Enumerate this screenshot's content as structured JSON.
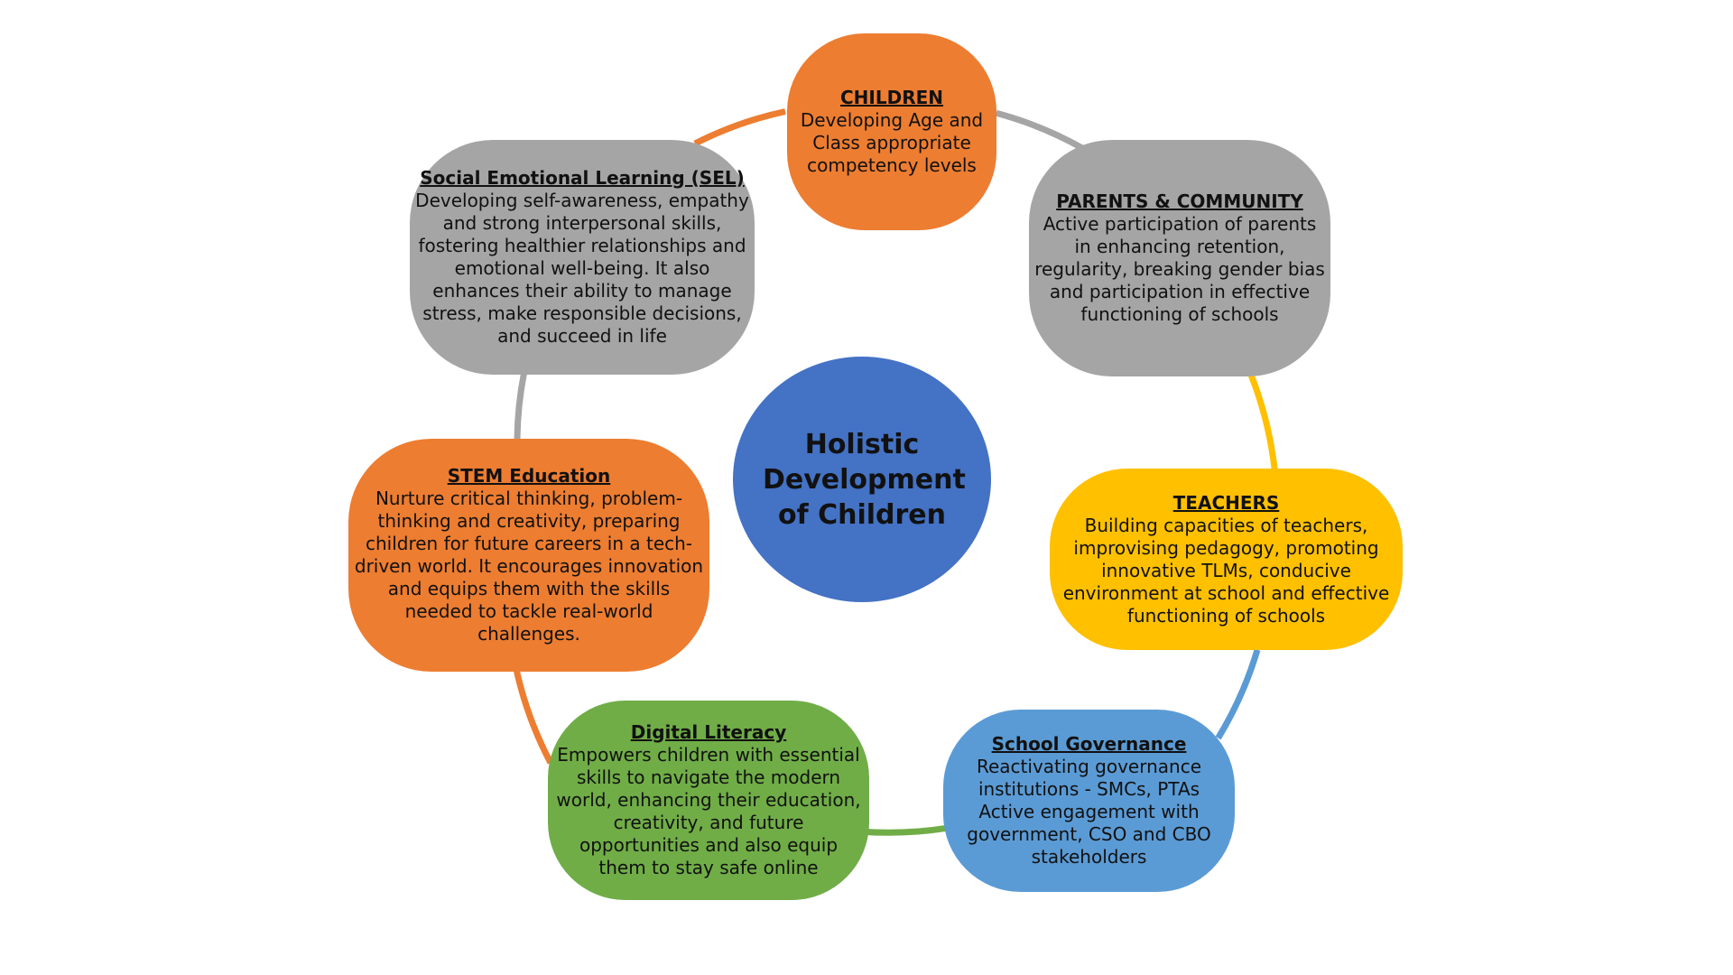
{
  "center": {
    "title": "Holistic Development of Children",
    "color": "#4472C4"
  },
  "nodes": [
    {
      "id": "children",
      "title": "CHILDREN",
      "body": "Developing Age and Class appropriate competency levels",
      "color": "#ED7D31"
    },
    {
      "id": "parents-community",
      "title": "PARENTS & COMMUNITY",
      "body": "Active participation of parents in enhancing retention, regularity, breaking gender bias and participation in effective functioning of schools",
      "color": "#A5A5A5"
    },
    {
      "id": "teachers",
      "title": "TEACHERS",
      "body": "Building capacities of teachers, improvising pedagogy, promoting innovative TLMs, conducive environment at school and effective functioning of schools",
      "color": "#FFC000"
    },
    {
      "id": "school-governance",
      "title": "School Governance",
      "body": "Reactivating governance institutions - SMCs, PTAs Active engagement with government, CSO and CBO stakeholders",
      "color": "#5B9BD5"
    },
    {
      "id": "digital-literacy",
      "title": "Digital Literacy",
      "body": "Empowers children with essential skills to navigate the modern world, enhancing their education, creativity, and future opportunities and also equip them to stay safe online",
      "color": "#70AD47"
    },
    {
      "id": "stem-education",
      "title": "STEM Education",
      "body": "Nurture critical thinking, problem-thinking and creativity, preparing children for future careers in a tech-driven world. It encourages innovation and equips them with the skills needed to tackle real-world challenges.",
      "color": "#ED7D31"
    },
    {
      "id": "sel",
      "title": "Social Emotional Learning (SEL)",
      "body": "Developing self-awareness, empathy and strong interpersonal skills, fostering healthier relationships and emotional well-being. It also enhances their ability to manage stress, make responsible decisions, and succeed in life",
      "color": "#A5A5A5"
    }
  ]
}
